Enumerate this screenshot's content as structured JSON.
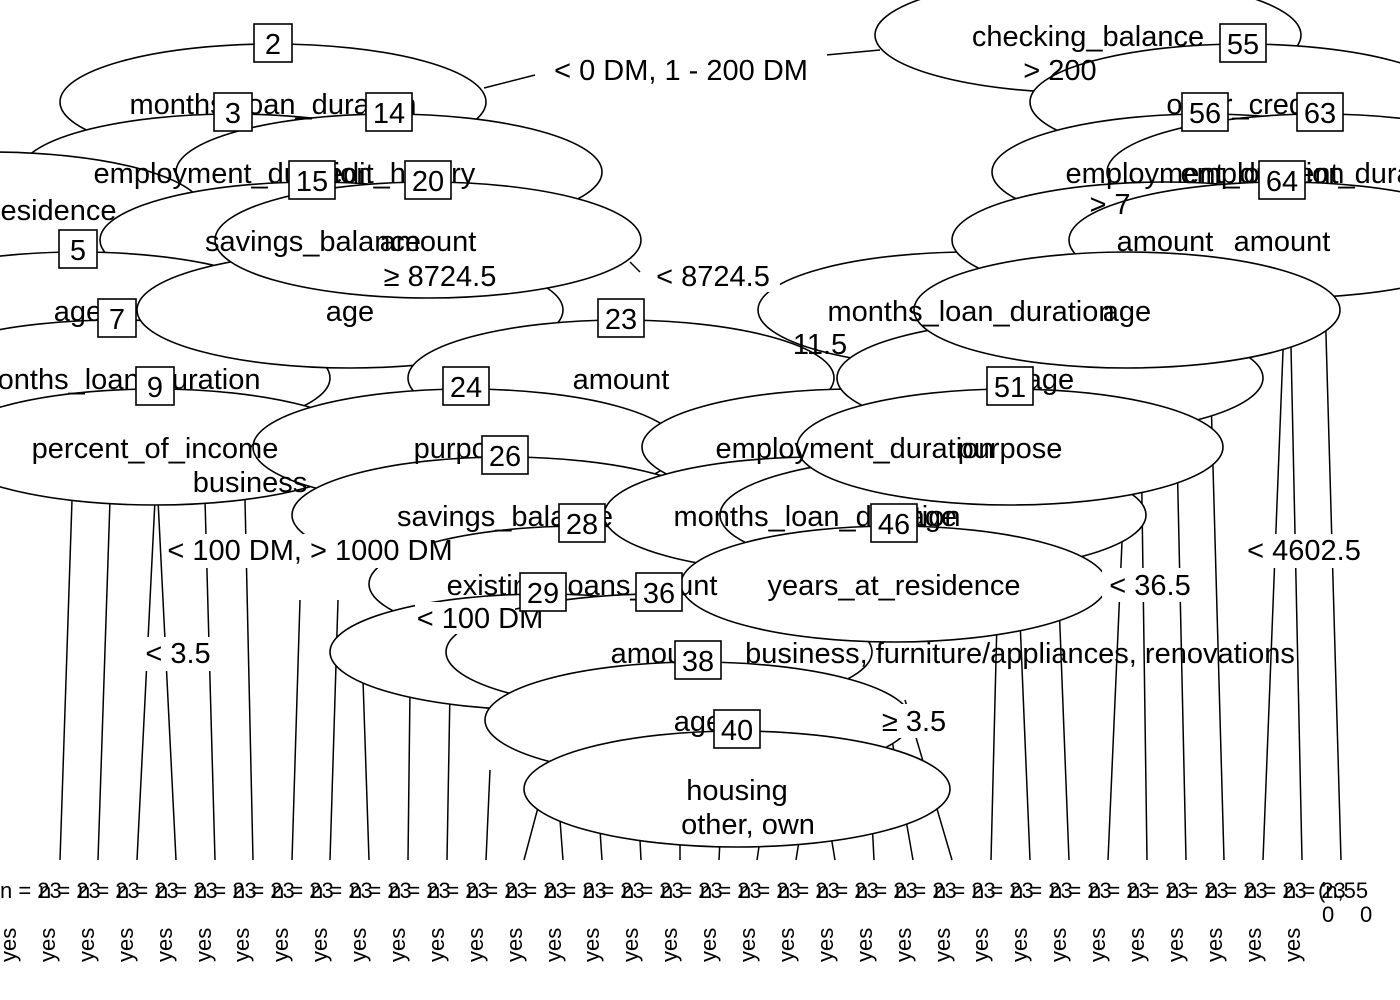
{
  "diagram": {
    "labels": {
      "root": "checking_balance",
      "root_right_split": "> 200",
      "root_left_split": "< 0 DM, 1 - 200 DM",
      "n2": "months_loan_duration",
      "n3": "employment_duration",
      "n14": "credit_history",
      "n15": "savings_balance",
      "n20_var": "amount",
      "n20_split": "≥ 8724.5",
      "n20_right_split": "< 8724.5",
      "n5": "years_at_residence",
      "n5_var": "age",
      "n7": "months_loan_duration",
      "n9": "percent_of_income",
      "n9_split": "business",
      "n9_lt": "< 3.5",
      "n23": "amount",
      "n24": "purpose",
      "n26": "savings_balance",
      "n26_split": "< 100 DM, > 1000 DM",
      "n26_lt": "< 100 DM",
      "n28": "existing_loans_count",
      "n29": "< 100 DM",
      "n36": "amount",
      "n38": "age",
      "n40_var": "housing",
      "n40_split": "other, own",
      "n46": "years_at_residence",
      "n46_split": "business, furniture/appliances, renovations",
      "n46_ge": "≥ 3.5",
      "n51": "purpose",
      "n51_lt": "< 36.5",
      "n55": "other_credit",
      "n56": "employment_duration",
      "n63": "employment_duration",
      "n63_split": "> 7",
      "n64": "amount",
      "n64_lt": "< 4602.5",
      "n_age_r": "age",
      "n_months_r": "months_loan_duration",
      "n_months_r_split": "11.5",
      "n_emp_mid": "employment_duration",
      "n_months_mid": "months_loan_duration",
      "n_age_mid": "age"
    },
    "node_ids": {
      "n2": "2",
      "n3": "3",
      "n14": "14",
      "n15": "15",
      "n20": "20",
      "n5": "5",
      "n7": "7",
      "n9": "9",
      "n23": "23",
      "n24": "24",
      "n26": "26",
      "n28": "28",
      "n29": "29",
      "n36": "36",
      "n38": "38",
      "n40": "40",
      "n46": "46",
      "n51": "51",
      "n55": "55",
      "n56": "56",
      "n63": "63",
      "n64": "64"
    },
    "leaf_text": {
      "count": "n = 23",
      "response": "yes",
      "zero": "0",
      "last": "(n,55"
    }
  }
}
